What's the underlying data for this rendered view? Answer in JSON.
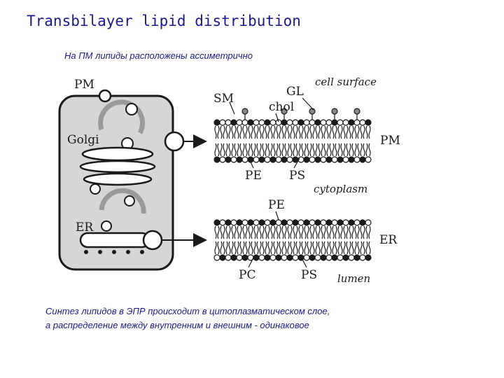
{
  "title": "Transbilayer lipid distribution",
  "subtitle": "На ПМ липиды расположены ассиметрично",
  "caption": {
    "line1": "Синтез липидов в ЭПР происходит в цитоплазматическом слое,",
    "line2": "а распределение между внутренним и внешним - одинаковое"
  },
  "cell": {
    "pm_label": "PM",
    "golgi_label": "Golgi",
    "er_label": "ER"
  },
  "pm_bilayer": {
    "top_labels": {
      "sm": "SM",
      "gl": "GL",
      "chol": "chol",
      "cell_surface": "cell surface"
    },
    "side_label": "PM",
    "bottom_labels": {
      "pe": "PE",
      "ps": "PS",
      "cytoplasm": "cytoplasm"
    }
  },
  "er_bilayer": {
    "top_labels": {
      "pe": "PE"
    },
    "side_label": "ER",
    "bottom_labels": {
      "pc": "PC",
      "ps": "PS",
      "lumen": "lumen"
    }
  },
  "colors": {
    "text_blue": "#1a1a8c",
    "cell_fill": "#d6d6d6",
    "ink": "#1a1a1a"
  }
}
